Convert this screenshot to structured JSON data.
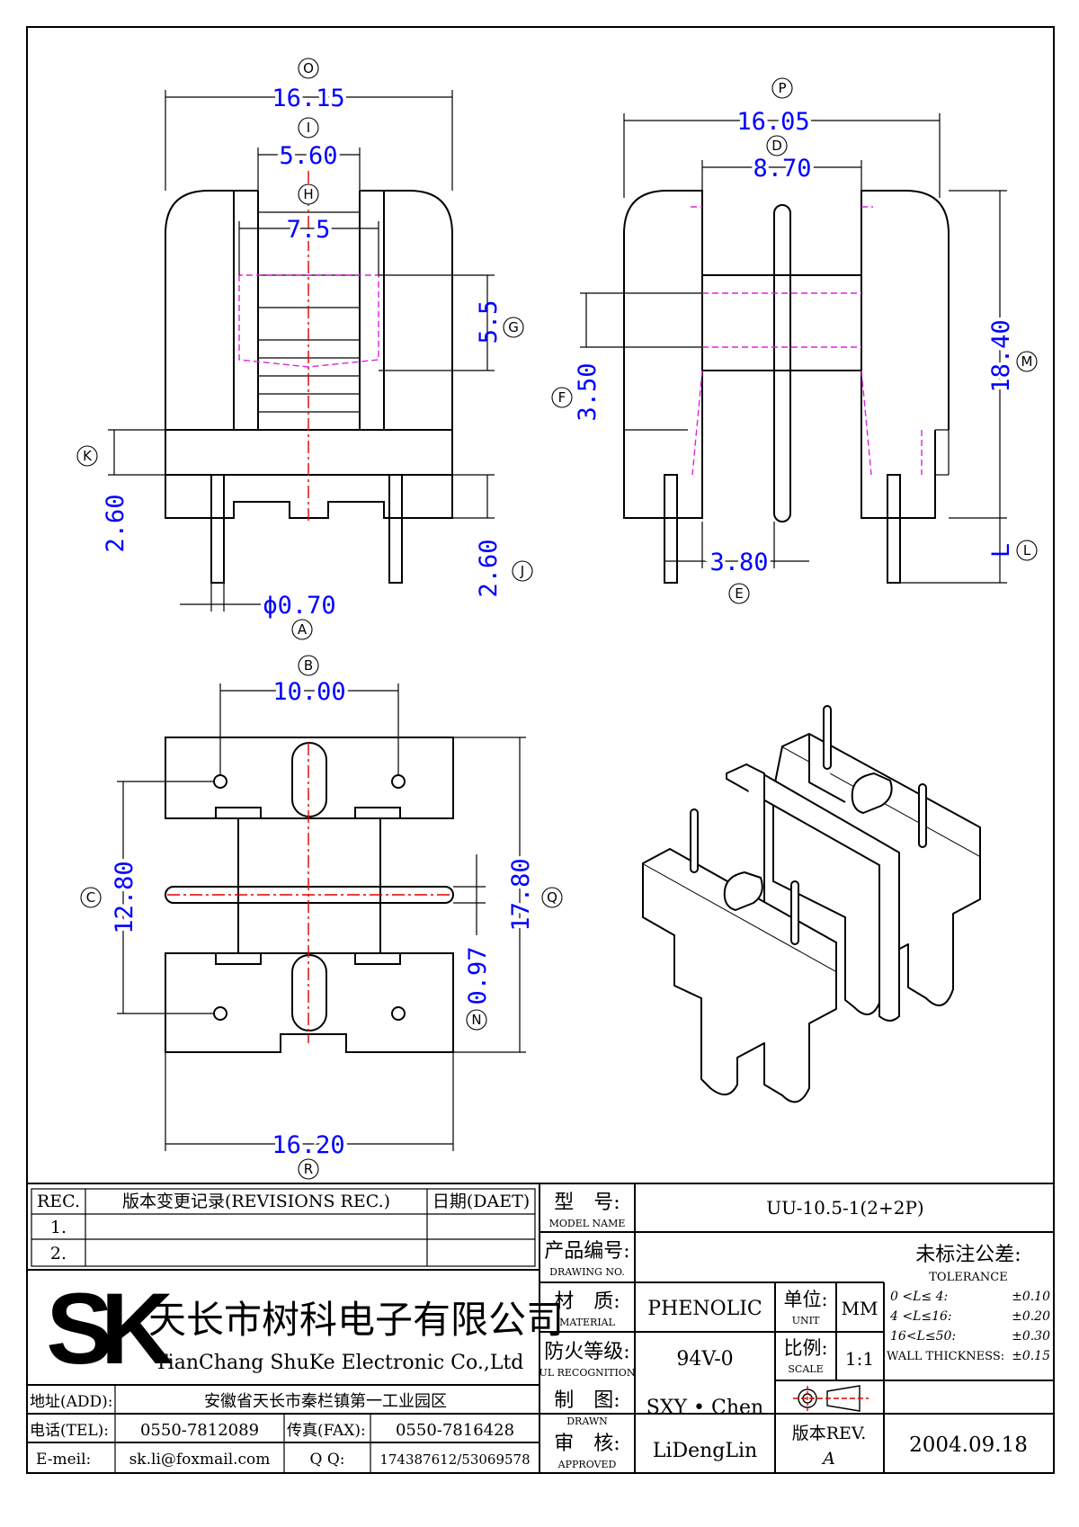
{
  "views": {
    "front": {
      "dims": {
        "O": "16.15",
        "I": "5.60",
        "H": "7.5",
        "G": "5.5",
        "K": "2.60",
        "J": "2.60",
        "A": "ϕ0.70"
      }
    },
    "side": {
      "dims": {
        "P": "16.05",
        "D": "8.70",
        "M": "18.40",
        "F": "3.50",
        "E": "3.80",
        "L": "L"
      }
    },
    "bottom": {
      "dims": {
        "B": "10.00",
        "C": "12.80",
        "Q": "17.80",
        "N": "0.97",
        "R": "16.20"
      }
    }
  },
  "title_block": {
    "revisions": {
      "rec_header": "REC.",
      "record_header": "版本变更记录(REVISIONS REC.)",
      "date_header": "日期(DAET)",
      "rows": [
        "1.",
        "2."
      ]
    },
    "company": {
      "logo": "SK",
      "name_cn": "天长市树科电子有限公司",
      "name_en": "TianChang ShuKe Electronic Co.,Ltd"
    },
    "contact": {
      "address_label": "地址(ADD):",
      "address": "安徽省天长市秦栏镇第一工业园区",
      "tel_label": "电话(TEL):",
      "tel": "0550-7812089",
      "fax_label": "传真(FAX):",
      "fax": "0550-7816428",
      "email_label": "E-meil:",
      "email": "sk.li@foxmail.com",
      "qq_label": "Q Q:",
      "qq": "174387612/53069578"
    },
    "model": {
      "label_cn": "型　号:",
      "label_en": "MODEL NAME",
      "value": "UU-10.5-1(2+2P)"
    },
    "drawing_no": {
      "label_cn": "产品编号:",
      "label_en": "DRAWING NO.",
      "value": ""
    },
    "material": {
      "label_cn": "材　质:",
      "label_en": "MATERIAL",
      "value": "PHENOLIC"
    },
    "unit": {
      "label_cn": "单位:",
      "label_en": "UNIT",
      "value": "MM"
    },
    "ul": {
      "label_cn": "防火等级:",
      "label_en": "UL RECOGNITION",
      "value": "94V-0"
    },
    "scale": {
      "label_cn": "比例:",
      "label_en": "SCALE",
      "value": "1:1"
    },
    "drawn": {
      "label_cn": "制　图:",
      "label_en": "DRAWN",
      "value": "SXY • Chen"
    },
    "approved": {
      "label_cn": "审　核:",
      "label_en": "APPROVED",
      "value": "LiDengLin"
    },
    "rev": {
      "label": "版本REV.",
      "value": "A"
    },
    "date": "2004.09.18",
    "tolerance": {
      "label_cn": "未标注公差:",
      "label_en": "TOLERANCE",
      "rows": [
        {
          "range": "0 <L≤ 4:",
          "value": "±0.10"
        },
        {
          "range": "4 <L≤16:",
          "value": "±0.20"
        },
        {
          "range": "16<L≤50:",
          "value": "±0.30"
        }
      ],
      "wall_label": "WALL THICKNESS:",
      "wall_value": "±0.15"
    }
  }
}
